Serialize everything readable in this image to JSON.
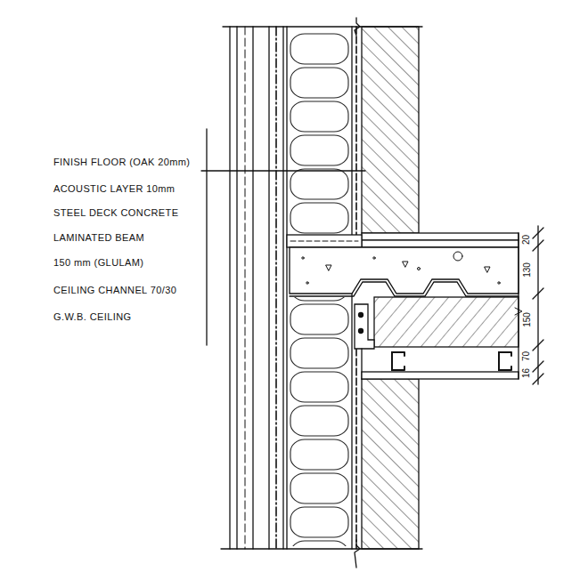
{
  "diagram": {
    "labels": [
      "FINISH FLOOR (OAK 20mm)",
      "ACOUSTIC LAYER 10mm",
      "STEEL DECK CONCRETE",
      "LAMINATED BEAM",
      "150 mm (GLULAM)",
      "CEILING CHANNEL 70/30",
      "G.W.B. CEILING",
      "20",
      "130",
      "150",
      "70",
      "16"
    ]
  }
}
